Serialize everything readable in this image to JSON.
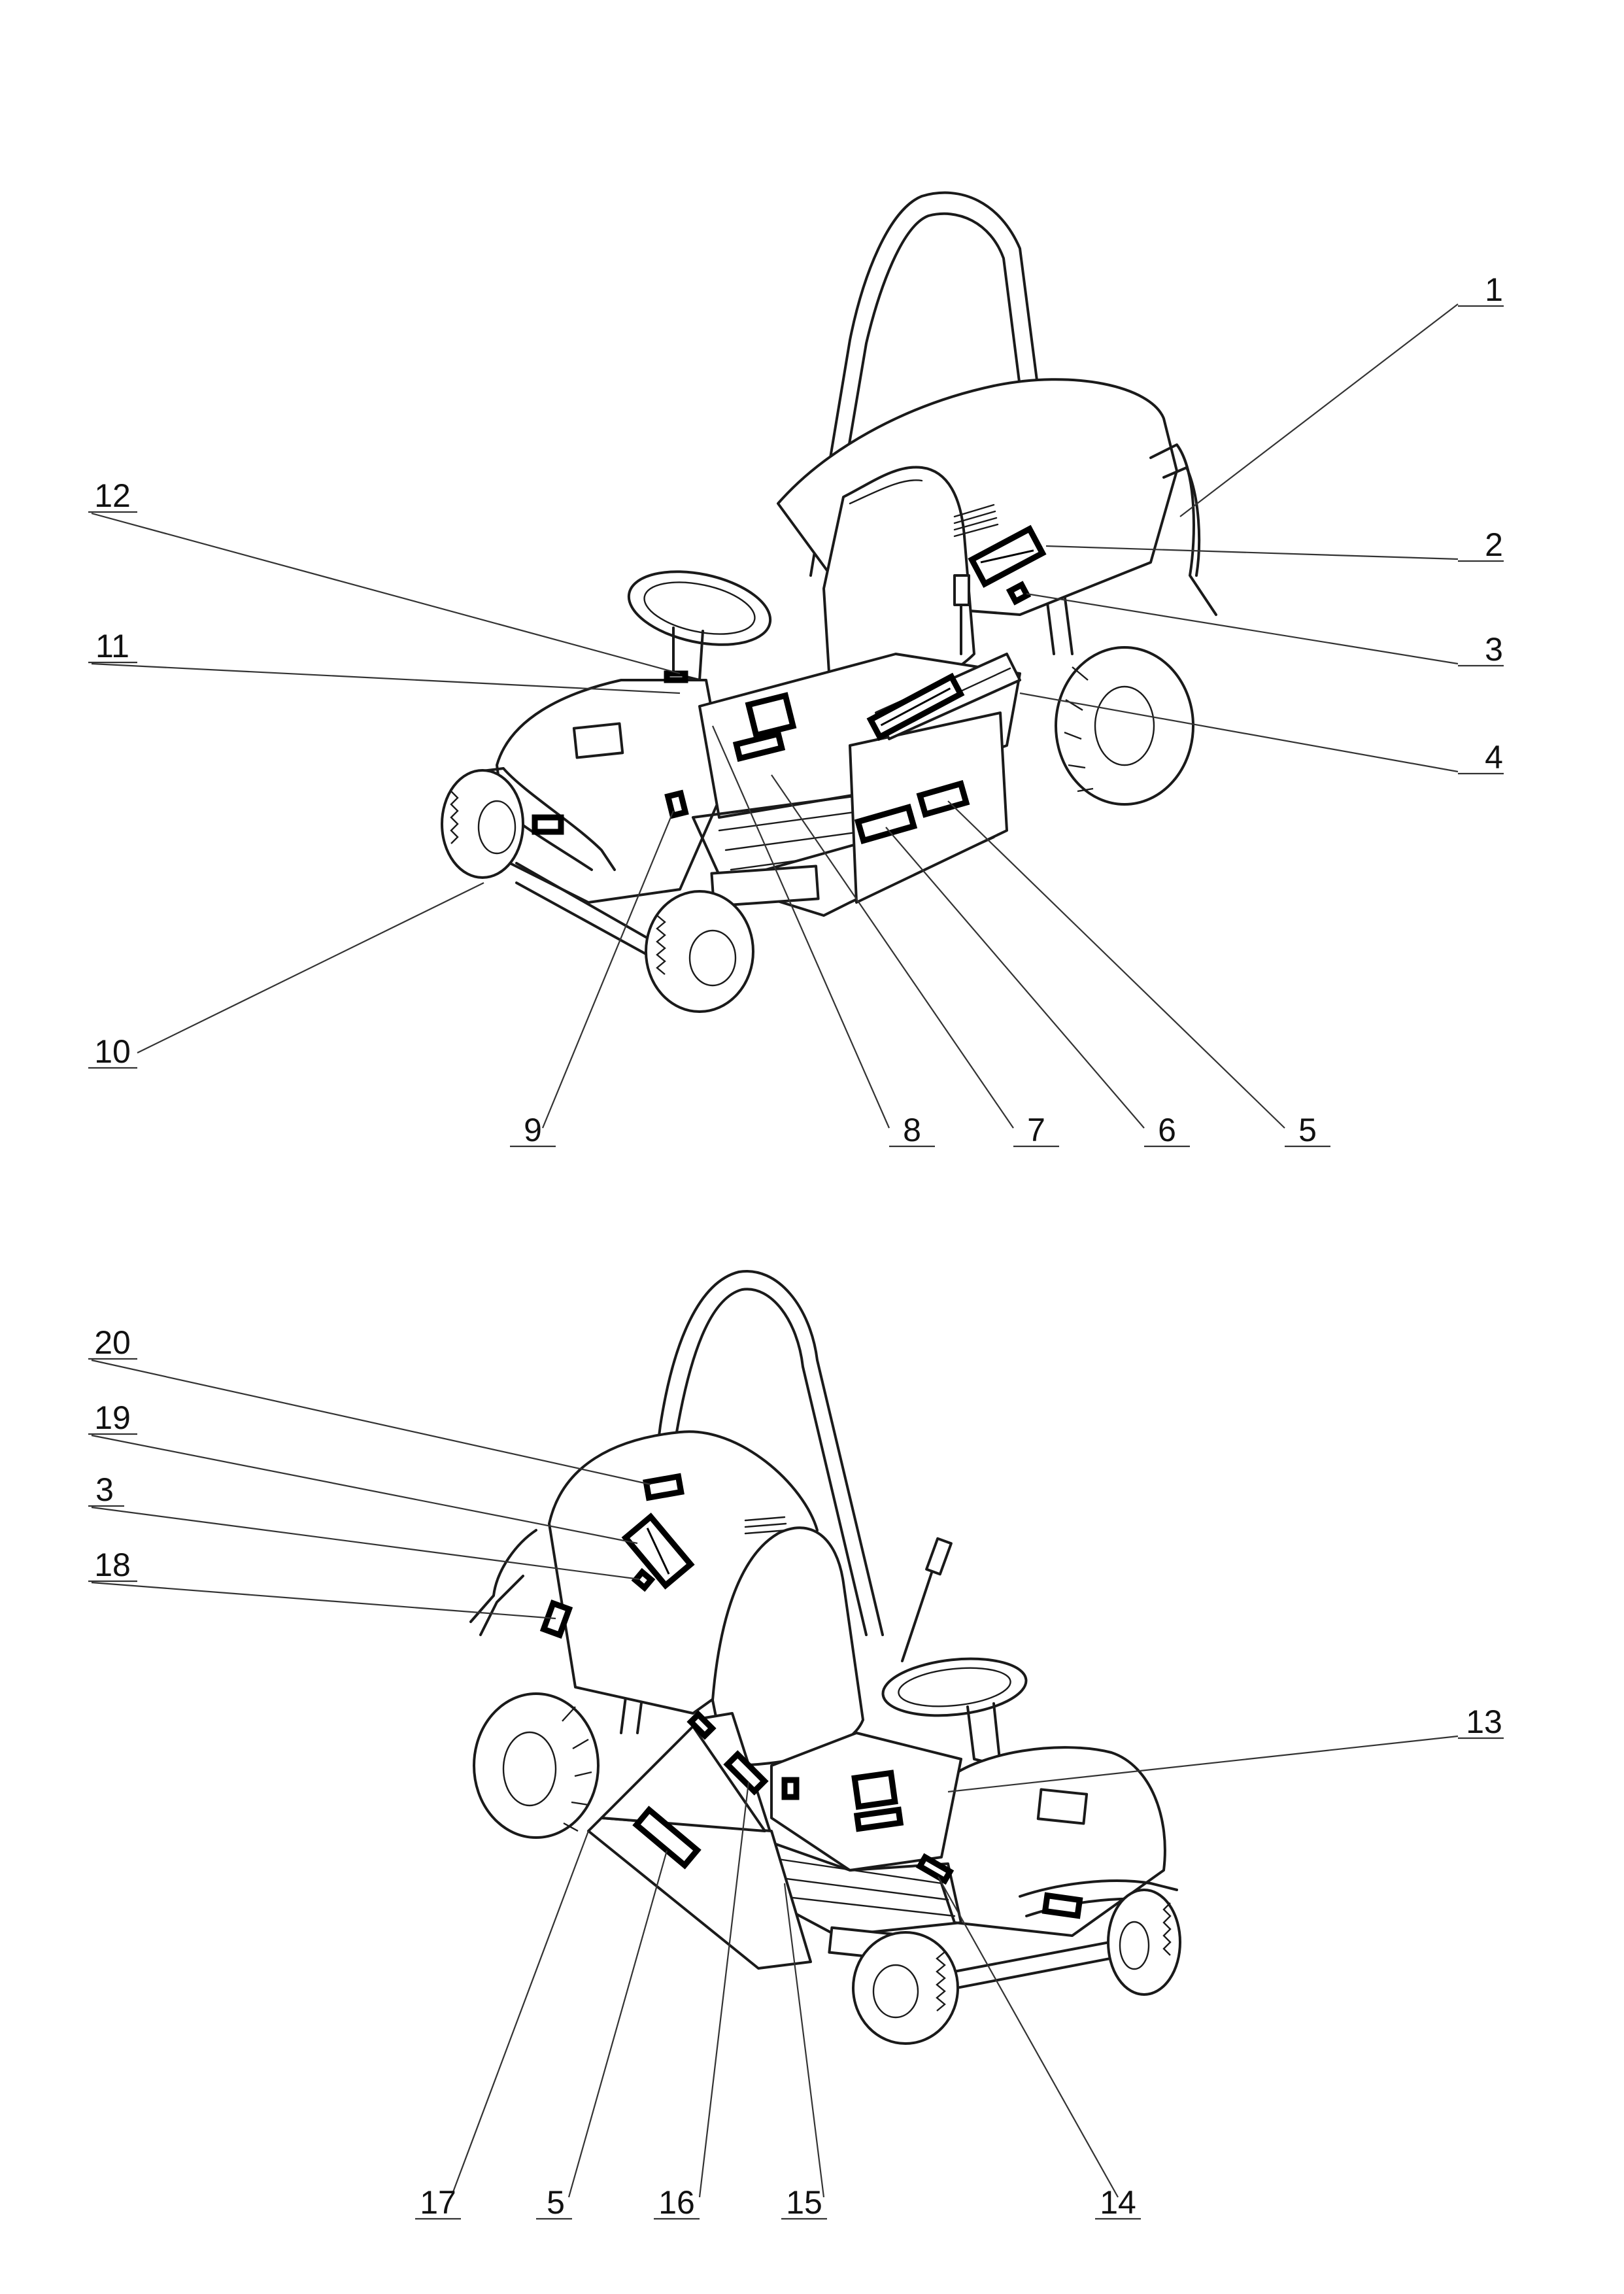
{
  "top_view": {
    "callouts": [
      {
        "label": "1"
      },
      {
        "label": "2"
      },
      {
        "label": "3"
      },
      {
        "label": "4"
      },
      {
        "label": "5"
      },
      {
        "label": "6"
      },
      {
        "label": "7"
      },
      {
        "label": "8"
      },
      {
        "label": "9"
      },
      {
        "label": "10"
      },
      {
        "label": "11"
      },
      {
        "label": "12"
      }
    ]
  },
  "bottom_view": {
    "callouts": [
      {
        "label": "13"
      },
      {
        "label": "14"
      },
      {
        "label": "15"
      },
      {
        "label": "16"
      },
      {
        "label": "5"
      },
      {
        "label": "17"
      },
      {
        "label": "18"
      },
      {
        "label": "3"
      },
      {
        "label": "19"
      },
      {
        "label": "20"
      }
    ]
  },
  "colors": {
    "line": "#1a1a1a",
    "decal": "#000000",
    "background": "#ffffff"
  }
}
